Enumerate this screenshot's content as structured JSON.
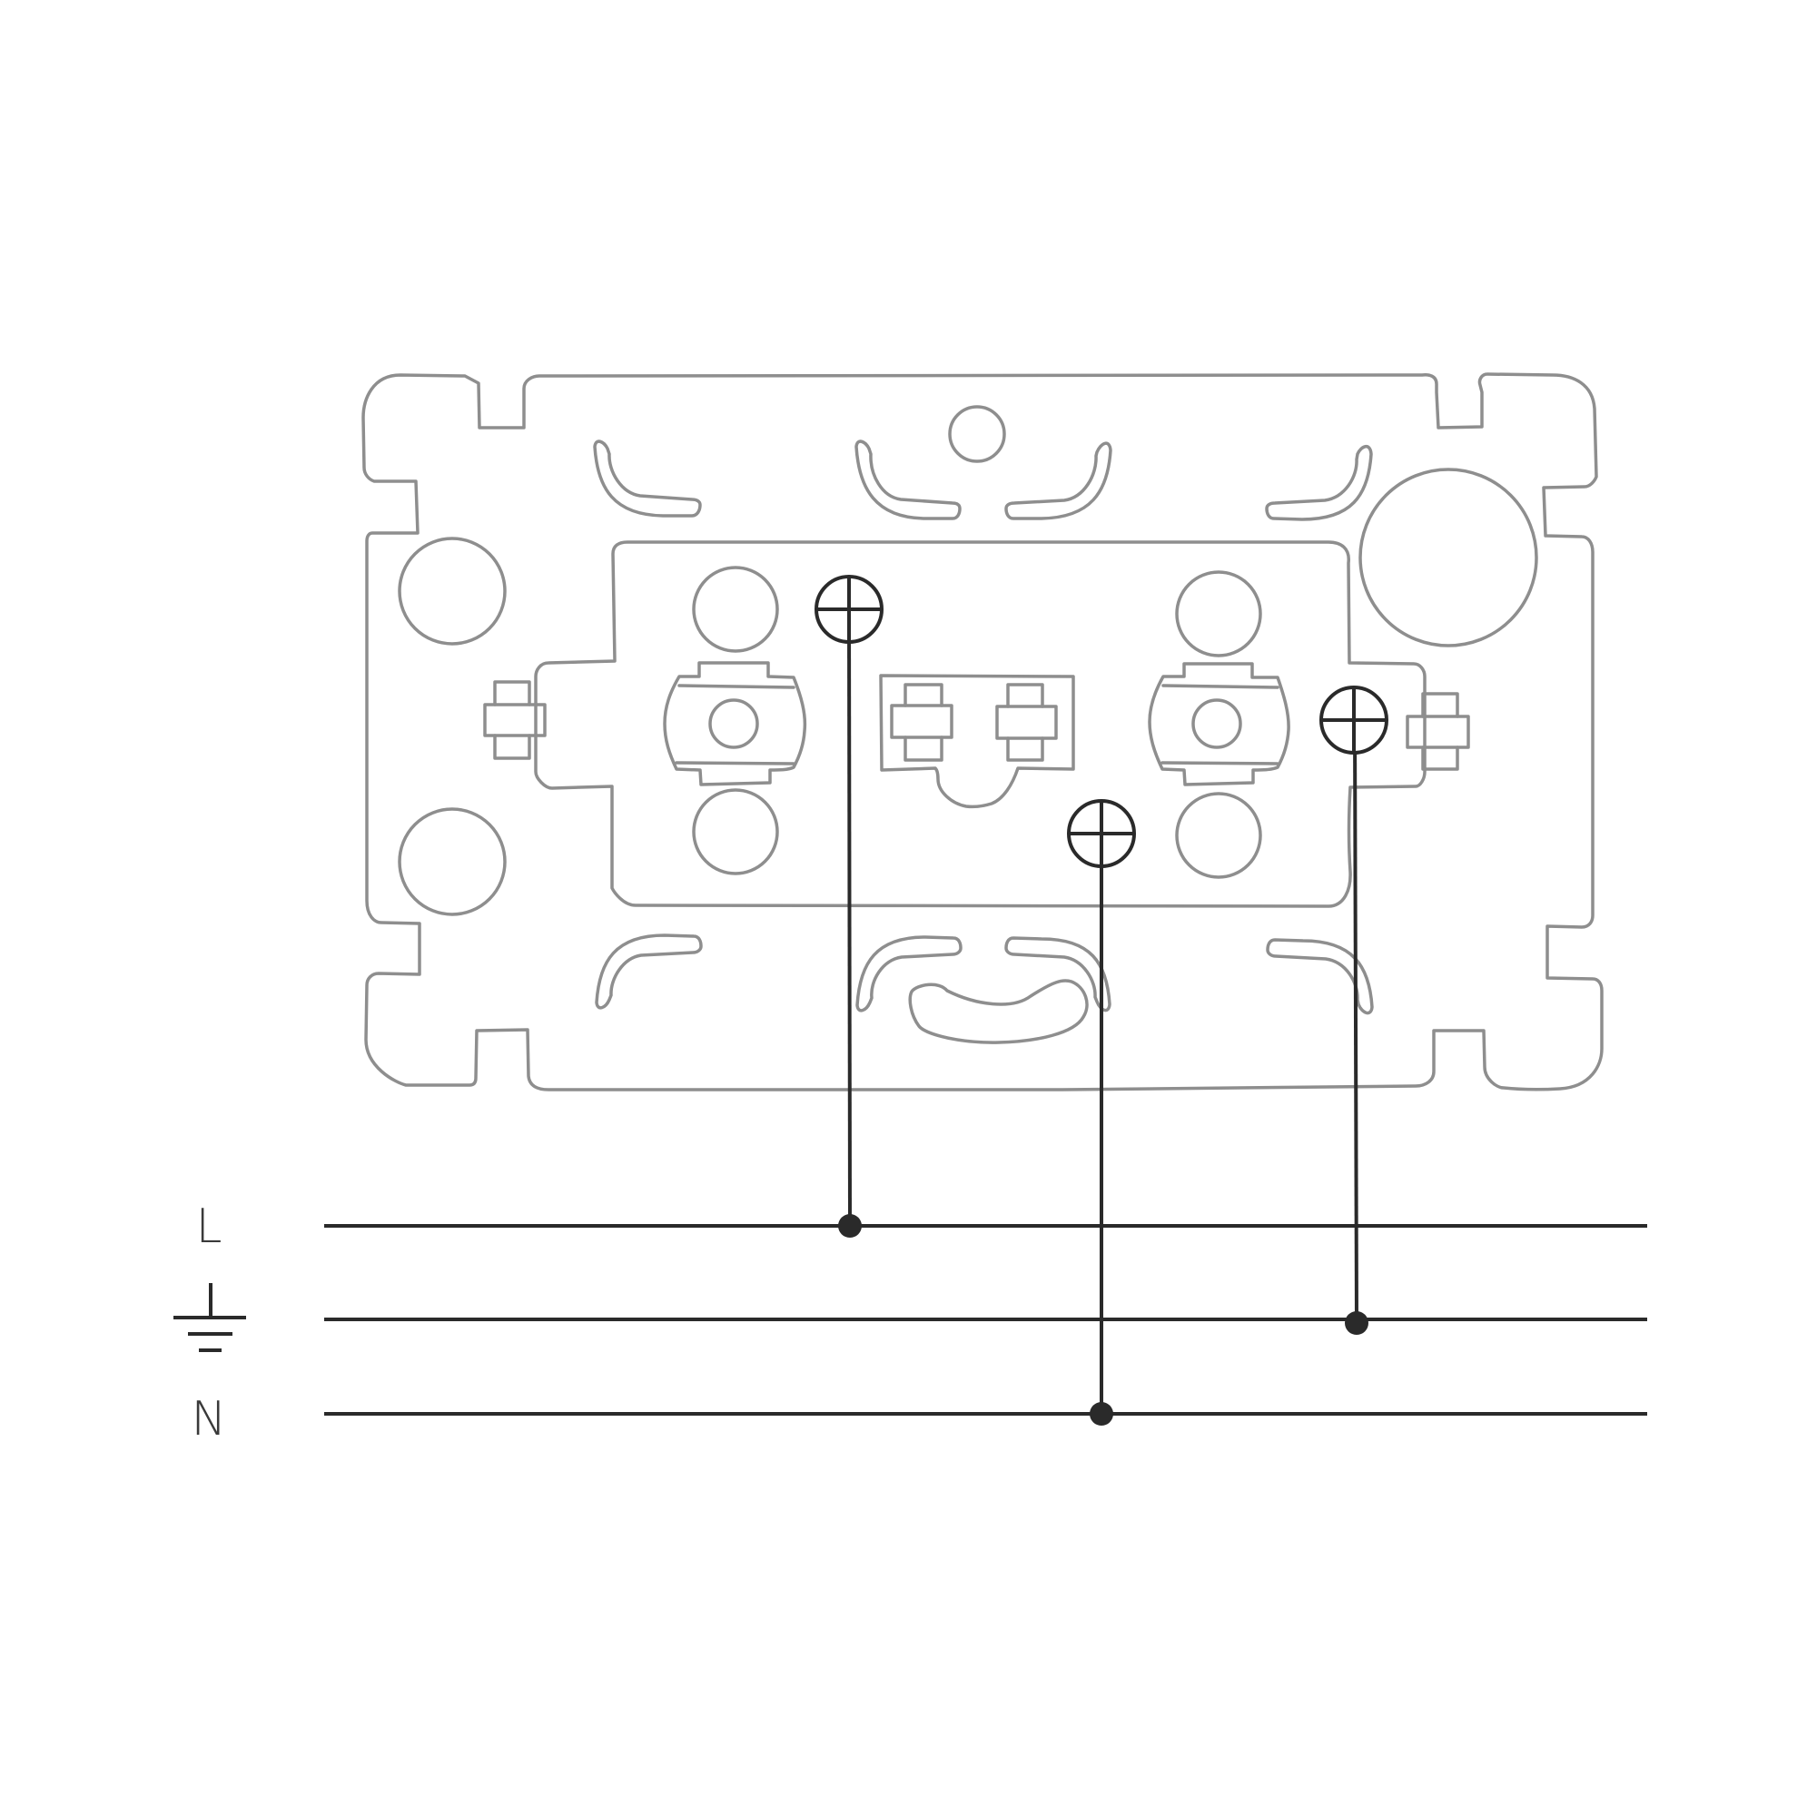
{
  "diagram": {
    "conductors": [
      {
        "id": "live",
        "label": "L"
      },
      {
        "id": "earth",
        "label": ""
      },
      {
        "id": "neutral",
        "label": "N"
      }
    ],
    "colors": {
      "outline": "#8e8e8e",
      "wire": "#2a2a2a",
      "background": "#ffffff"
    }
  }
}
